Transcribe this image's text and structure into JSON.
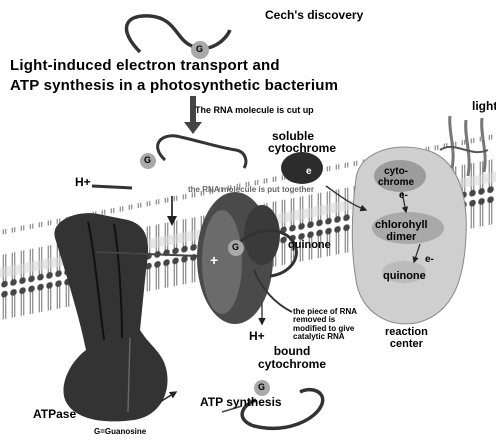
{
  "labels": {
    "cech": "Cech's discovery",
    "heading_line1": "Light-induced electron transport and",
    "heading_line2": "ATP synthesis in a photosynthetic bacterium",
    "cut": "The RNA molecule is cut up",
    "soluble": "soluble",
    "soluble2": "cytochrome",
    "light": "light",
    "rc_cytochrome": "cyto-\nchrome",
    "chlorophyll": "chlorohyll\ndimer",
    "quinone_rc": "quinone",
    "quinone_mid": "quinone",
    "reaction_center": "reaction\ncenter",
    "piece_rna": "the piece of RNA\nremoved is\nmodified to give\ncatalytic RNA",
    "bound": "bound\ncytochrome",
    "atp_synthesis": "ATP synthesis",
    "atpase": "ATPase",
    "guanosine": "G=Guanosine",
    "h_plus": "H+",
    "e_minus": "e-",
    "e_short": "e",
    "g": "G",
    "plus": "+",
    "ghost_text": "the RNA molecule is put together"
  },
  "colors": {
    "membrane_head": "#3c3c3c",
    "membrane_band": "#bdbdbd",
    "protein_dark": "#2e2e2e",
    "protein_mid": "#5a5a5a",
    "reaction_center_fill": "#cfcfcf",
    "g_bead": "#a9a9a9",
    "rna_line": "#333333"
  },
  "icons": {
    "guanosine_bead": "grey-circle",
    "arrow": "down-arrow"
  }
}
